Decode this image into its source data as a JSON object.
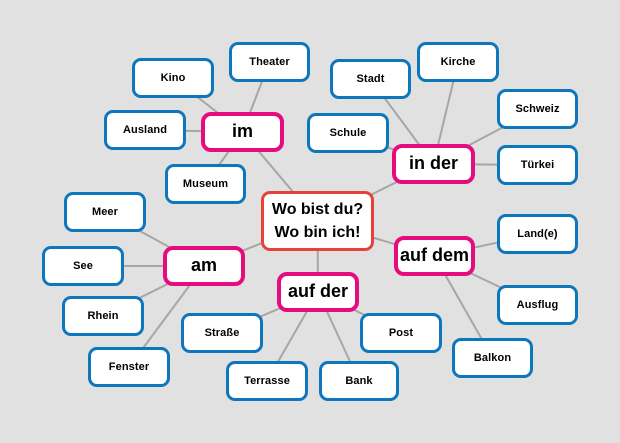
{
  "title": "Wo bist du? Wo bin ich!",
  "colors": {
    "background": "#e1e1e1",
    "node_fill": "#ffffff",
    "leaf_border": "#0e76bb",
    "hub_border": "#e60c80",
    "center_border": "#e6423a",
    "connector": "#a6a6a6",
    "text": "#000000"
  },
  "center": {
    "line1": "Wo bist du?",
    "line2": "Wo bin ich!"
  },
  "groups": [
    {
      "label": "im",
      "children": [
        "Kino",
        "Theater",
        "Ausland",
        "Museum"
      ]
    },
    {
      "label": "in der",
      "children": [
        "Stadt",
        "Kirche",
        "Schweiz",
        "Türkei",
        "Schule"
      ]
    },
    {
      "label": "am",
      "children": [
        "Meer",
        "See",
        "Rhein",
        "Fenster"
      ]
    },
    {
      "label": "auf der",
      "children": [
        "Straße",
        "Terrasse",
        "Bank",
        "Post"
      ]
    },
    {
      "label": "auf dem",
      "children": [
        "Land(e)",
        "Ausflug",
        "Balkon"
      ]
    }
  ]
}
